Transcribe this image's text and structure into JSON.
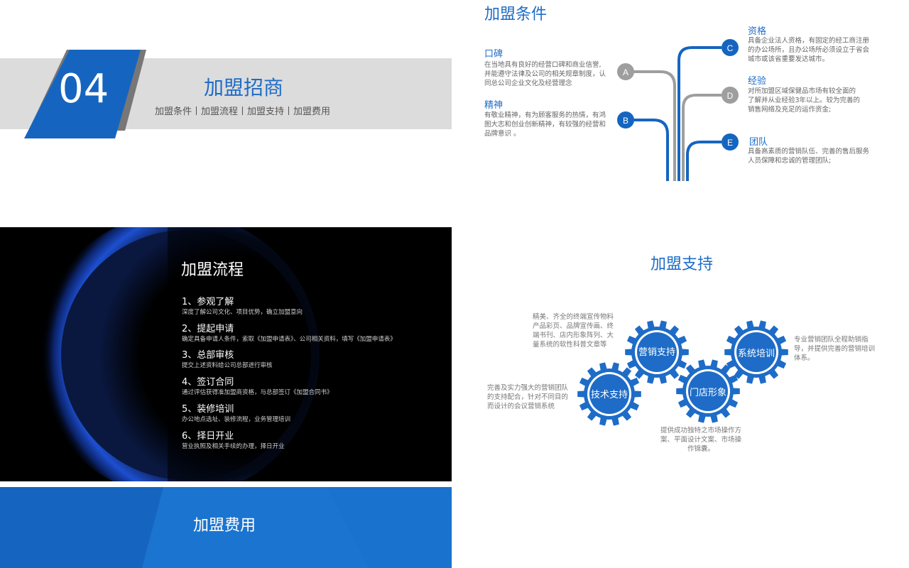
{
  "colors": {
    "brand_blue": "#1e6cc7",
    "grey_band": "#dcdcdc",
    "grey_marker": "#9e9e9e"
  },
  "slide1": {
    "number": "04",
    "title": "加盟招商",
    "subtitle": "加盟条件丨加盟流程丨加盟支持丨加盟费用"
  },
  "slide2": {
    "title": "加盟条件",
    "markers": [
      "A",
      "B",
      "C",
      "D",
      "E"
    ],
    "items": {
      "reputation": {
        "label": "口碑",
        "text": [
          "在当地具有良好的经营口碑和商业信誉,",
          "并能遵守法律及公司的相关规章制度，认",
          "同总公司企业文化及经营理念"
        ]
      },
      "spirit": {
        "label": "精神",
        "text": [
          "有敬业精神，有为顾客服务的热情，有鸿",
          "图大志和创业创新精神，有较强的经营和",
          "品牌意识 。"
        ]
      },
      "qualification": {
        "label": "资格",
        "text": [
          "具备企业法人资格，有固定的经工商注册",
          "的办公场所，且办公场所必须设立于省会",
          "城市或该省重要发达城市。"
        ]
      },
      "experience": {
        "label": "经验",
        "text": [
          "对所加盟区域保健品市场有较全面的",
          "了解并从业经验3年以上。较为完善的",
          "销售网络及充足的运作资金;"
        ]
      },
      "team": {
        "label": "团队",
        "text": [
          "具备高素质的营销队伍、完善的售后服务",
          "人员保障和忠诚的管理团队;"
        ]
      }
    }
  },
  "slide3": {
    "title": "加盟流程",
    "steps": [
      {
        "title": "1、参观了解",
        "desc": "深度了解公司文化、项目优势，确立加盟意向"
      },
      {
        "title": "2、提起申请",
        "desc": "确定具备申请人条件，索取《加盟申请表》、公司相关资料，填写《加盟申请表》"
      },
      {
        "title": "3、总部审核",
        "desc": "提交上述资料给公司总部进行审核"
      },
      {
        "title": "4、签订合同",
        "desc": "通过评估获得准加盟商资格，与总部签订《加盟合同书》"
      },
      {
        "title": "5、装修培训",
        "desc": "办公地点选址、装修流程，业务管理培训"
      },
      {
        "title": "6、择日开业",
        "desc": "营业执照及相关手续的办理，择日开业"
      }
    ]
  },
  "slide4": {
    "title": "加盟支持",
    "gears": [
      "营销支持",
      "技术支持",
      "门店形象",
      "系统培训"
    ],
    "notes": {
      "marketing": [
        "精美、齐全的终端宣传物料",
        "产品彩页、品牌宣传画、终",
        "端书刊、店内形象阵列、大",
        "量系统的软性科普文章等"
      ],
      "technical": [
        "完善及实力强大的营销团队",
        "的支持配合，针对不同目的",
        "而设计的会议营销系统"
      ],
      "store": [
        "提供成功独特之市场操作方",
        "案、平面设计文案、市场操",
        "作锦囊。"
      ],
      "training": [
        "专业营销团队全程助销指",
        "导，并提供完善的营销培训",
        "体系。"
      ]
    }
  },
  "slide5": {
    "title": "加盟费用"
  }
}
